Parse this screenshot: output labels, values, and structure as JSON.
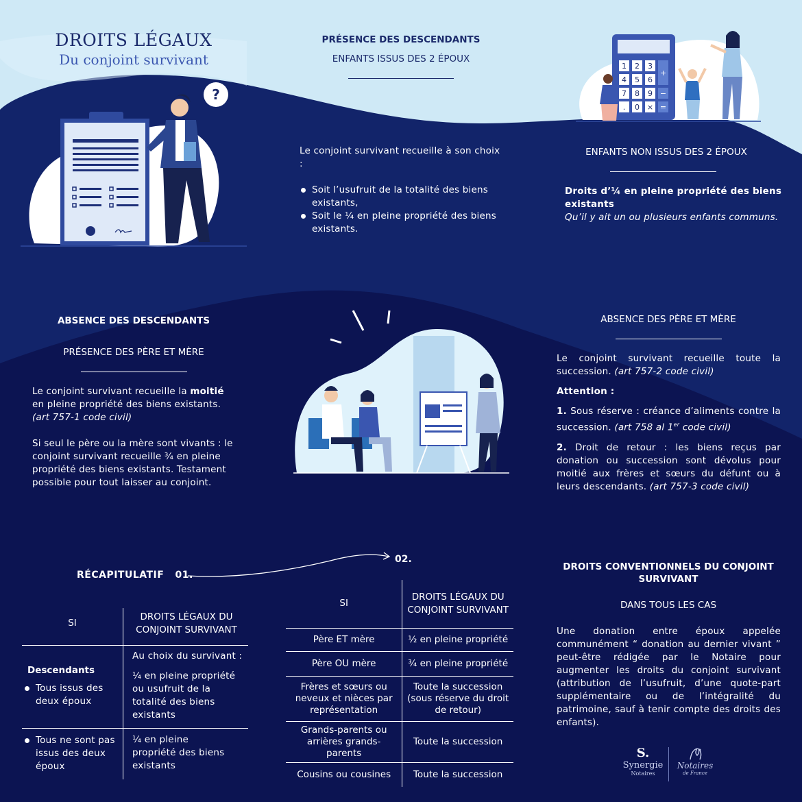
{
  "header": {
    "title": "DROITS LÉGAUX",
    "subtitle": "Du conjoint survivant"
  },
  "presence_descendants": {
    "heading": "PRÉSENCE DES DESCENDANTS",
    "subheading": "ENFANTS ISSUS DES 2 ÉPOUX",
    "intro": "Le conjoint survivant recueille à son choix :",
    "options": [
      "Soit l’usufruit de la totalité des biens existants,",
      "Soit le ¼ en pleine propriété des biens existants."
    ]
  },
  "non_issus": {
    "heading": "ENFANTS NON ISSUS DES 2 ÉPOUX",
    "bold": "Droits d’¼ en pleine propriété des biens existants",
    "italic": "Qu’il y ait un ou plusieurs enfants communs."
  },
  "absence_descendants": {
    "heading": "ABSENCE DES DESCENDANTS",
    "subheading": "PRÉSENCE DES PÈRE ET MÈRE",
    "p1_a": "Le conjoint survivant recueille la ",
    "p1_bold": "moitié",
    "p1_b": " en pleine propriété des biens existants. ",
    "p1_ital": "(art 757-1 code civil)",
    "p2": "Si seul le père ou la mère sont vivants : le conjoint survivant recueille ¾ en pleine propriété des biens existants. Testament possible pour tout laisser au conjoint."
  },
  "absence_parents": {
    "heading": "ABSENCE DES PÈRE ET MÈRE",
    "p1": "Le conjoint survivant recueille toute la succession. ",
    "p1_ital": "(art 757-2 code civil)",
    "attention": "Attention :",
    "n1": "1.",
    "n1_text": " Sous réserve : créance d’aliments contre la succession. ",
    "n1_ital": "(art 758 al 1",
    "n1_sup": "er",
    "n1_ital2": " code civil)",
    "n2": "2.",
    "n2_text": " Droit de retour : les biens reçus par donation ou succession sont dévolus pour moitié aux frères et sœurs du défunt ou à leurs descendants. ",
    "n2_ital": "(art 757-3 code civil)"
  },
  "recap": {
    "label": "RÉCAPITULATIF",
    "num1": "01.",
    "num2": "02.",
    "table1": {
      "col_si": "SI",
      "col_droits": "DROITS LÉGAUX DU CONJOINT SURVIVANT",
      "row1_head": "Descendants",
      "row1_cond": "Tous issus des deux époux",
      "row1_intro": "Au choix du survivant :",
      "row1_val": "¼ en pleine propriété ou usufruit de la totalité des biens existants",
      "row2_cond": "Tous ne sont pas issus des deux époux",
      "row2_val": "¼ en pleine propriété des biens existants"
    },
    "table2": {
      "col_si": "SI",
      "col_droits": "DROITS LÉGAUX DU CONJOINT SURVIVANT",
      "rows": [
        {
          "si": "Père ET mère",
          "droit": "½ en pleine propriété"
        },
        {
          "si": "Père OU mère",
          "droit": "¾ en pleine propriété"
        },
        {
          "si": "Frères et sœurs ou neveux et nièces par représentation",
          "droit": "Toute la succession (sous réserve du droit de retour)"
        },
        {
          "si": "Grands-parents ou arrières grands-parents",
          "droit": "Toute la succession"
        },
        {
          "si": "Cousins ou cousines",
          "droit": "Toute la succession"
        }
      ]
    }
  },
  "conventionnels": {
    "heading": "DROITS CONVENTIONNELS DU CONJOINT SURVIVANT",
    "subheading": "DANS TOUS LES CAS",
    "text": "Une donation entre époux appelée communément “ donation au dernier vivant ” peut-être rédigée par le Notaire pour augmenter les droits du conjoint survivant (attribution de l’usufruit, d’une quote-part supplémentaire ou de l’intégralité du patrimoine, sauf à tenir compte des droits des enfants)."
  },
  "logos": {
    "synergie_mark": "S.",
    "synergie_name": "Synergie",
    "synergie_sub": "Notaires",
    "notaires_name": "Notaires",
    "notaires_sub": "de France"
  },
  "calculator_keys": [
    "1",
    "2",
    "3",
    "+",
    "4",
    "5",
    "6",
    "7",
    "8",
    "9",
    "−",
    ".",
    "0",
    "×",
    "="
  ],
  "colors": {
    "light_blue": "#cfe9f6",
    "mid_blue": "#12246a",
    "deep_navy": "#0c1452",
    "accent": "#3a56b0"
  }
}
